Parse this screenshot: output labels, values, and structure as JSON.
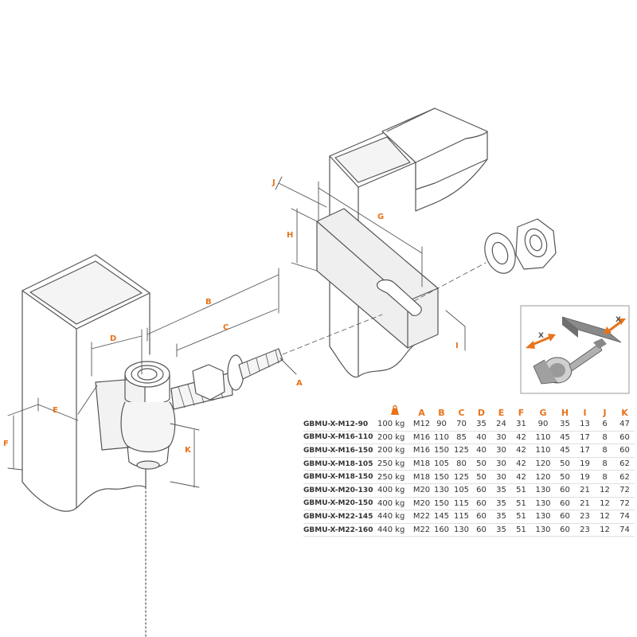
{
  "colors": {
    "line": "#555555",
    "accent": "#e8731a",
    "table_text": "#333333",
    "inset_border": "#999999"
  },
  "drawing": {
    "dimension_labels": [
      "A",
      "B",
      "C",
      "D",
      "E",
      "F",
      "G",
      "H",
      "I",
      "J",
      "K"
    ],
    "inset": {
      "axis_label_left": "X",
      "axis_label_right": "X"
    }
  },
  "table": {
    "header_icon": "weight-icon",
    "headers": [
      "A",
      "B",
      "C",
      "D",
      "E",
      "F",
      "G",
      "H",
      "I",
      "J",
      "K"
    ],
    "rows": [
      [
        "GBMU-X-M12-90",
        "100 kg",
        "M12",
        "90",
        "70",
        "35",
        "24",
        "31",
        "90",
        "35",
        "13",
        "6",
        "47"
      ],
      [
        "GBMU-X-M16-110",
        "200 kg",
        "M16",
        "110",
        "85",
        "40",
        "30",
        "42",
        "110",
        "45",
        "17",
        "8",
        "60"
      ],
      [
        "GBMU-X-M16-150",
        "200 kg",
        "M16",
        "150",
        "125",
        "40",
        "30",
        "42",
        "110",
        "45",
        "17",
        "8",
        "60"
      ],
      [
        "GBMU-X-M18-105",
        "250 kg",
        "M18",
        "105",
        "80",
        "50",
        "30",
        "42",
        "120",
        "50",
        "19",
        "8",
        "62"
      ],
      [
        "GBMU-X-M18-150",
        "250 kg",
        "M18",
        "150",
        "125",
        "50",
        "30",
        "42",
        "120",
        "50",
        "19",
        "8",
        "62"
      ],
      [
        "GBMU-X-M20-130",
        "400 kg",
        "M20",
        "130",
        "105",
        "60",
        "35",
        "51",
        "130",
        "60",
        "21",
        "12",
        "72"
      ],
      [
        "GBMU-X-M20-150",
        "400 kg",
        "M20",
        "150",
        "115",
        "60",
        "35",
        "51",
        "130",
        "60",
        "21",
        "12",
        "72"
      ],
      [
        "GBMU-X-M22-145",
        "440 kg",
        "M22",
        "145",
        "115",
        "60",
        "35",
        "51",
        "130",
        "60",
        "23",
        "12",
        "74"
      ],
      [
        "GBMU-X-M22-160",
        "440 kg",
        "M22",
        "160",
        "130",
        "60",
        "35",
        "51",
        "130",
        "60",
        "23",
        "12",
        "74"
      ]
    ]
  }
}
